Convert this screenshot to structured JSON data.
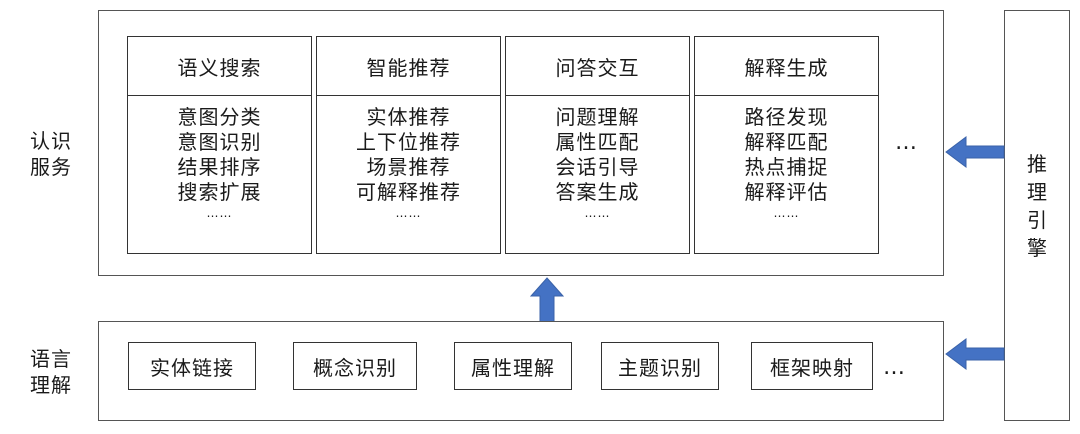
{
  "cognitive_services": {
    "label_lines": [
      "认识",
      "服务"
    ],
    "cards": [
      {
        "title": "语义搜索",
        "items": [
          "意图分类",
          "意图识别",
          "结果排序",
          "搜索扩展"
        ],
        "more": "……"
      },
      {
        "title": "智能推荐",
        "items": [
          "实体推荐",
          "上下位推荐",
          "场景推荐",
          "可解释推荐"
        ],
        "more": "……"
      },
      {
        "title": "问答交互",
        "items": [
          "问题理解",
          "属性匹配",
          "会话引导",
          "答案生成"
        ],
        "more": "……"
      },
      {
        "title": "解释生成",
        "items": [
          "路径发现",
          "解释匹配",
          "热点捕捉",
          "解释评估"
        ],
        "more": "……"
      }
    ],
    "more": "…"
  },
  "language_understanding": {
    "label_lines": [
      "语言",
      "理解"
    ],
    "items": [
      "实体链接",
      "概念识别",
      "属性理解",
      "主题识别",
      "框架映射"
    ],
    "more": "…"
  },
  "reasoning_engine": {
    "chars": [
      "推",
      "理",
      "引",
      "擎"
    ]
  },
  "colors": {
    "arrow": "#4472c4",
    "border": "#333333"
  }
}
